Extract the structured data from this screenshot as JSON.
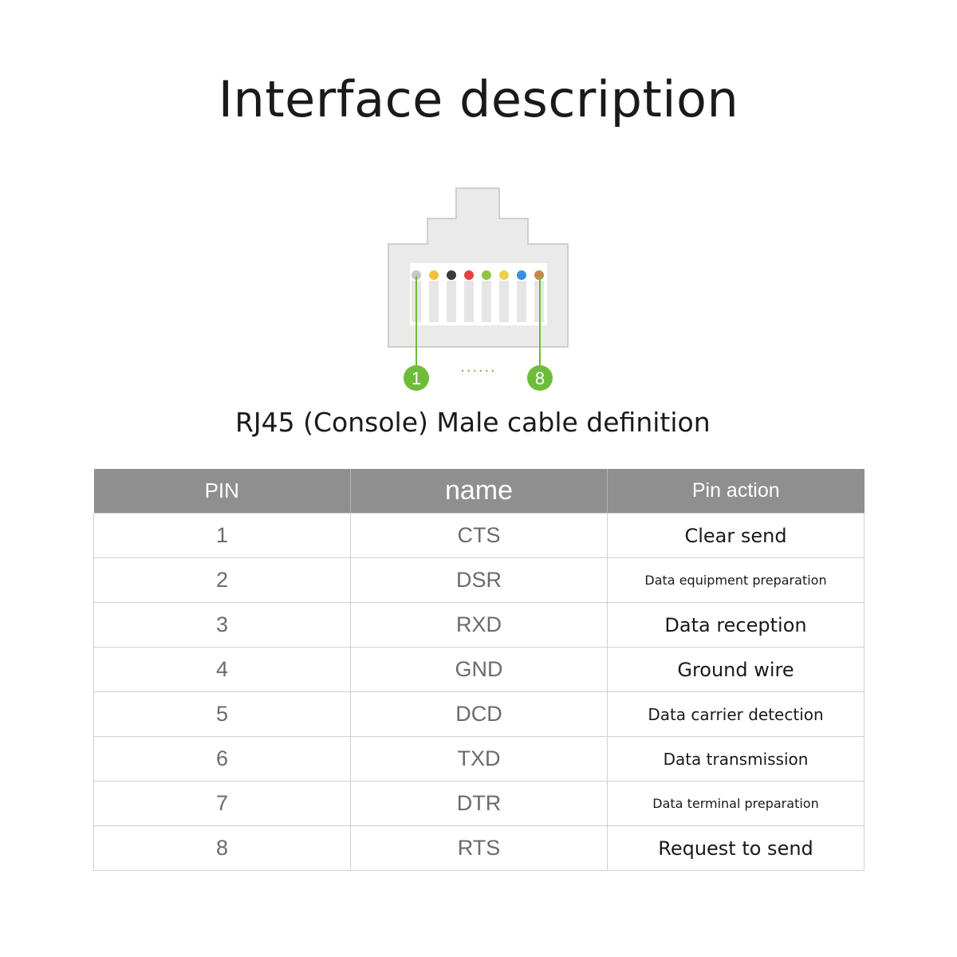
{
  "title": "Interface description",
  "caption": "RJ45 (Console) Male cable definition",
  "connector": {
    "pin_colors": [
      "#c8c8c8",
      "#f0c23a",
      "#3a3a3a",
      "#e8403c",
      "#8cc63f",
      "#ecd24a",
      "#3b8fe0",
      "#c6894a"
    ],
    "accent": "#6dbd3a",
    "first_label": "1",
    "last_label": "8",
    "dots": "......"
  },
  "table": {
    "headers": [
      "PIN",
      "name",
      "Pin action"
    ],
    "rows": [
      {
        "pin": "1",
        "name": "CTS",
        "action": "Clear send",
        "size": "big"
      },
      {
        "pin": "2",
        "name": "DSR",
        "action": "Data equipment preparation",
        "size": "small"
      },
      {
        "pin": "3",
        "name": "RXD",
        "action": "Data reception",
        "size": "big"
      },
      {
        "pin": "4",
        "name": "GND",
        "action": "Ground wire",
        "size": "big"
      },
      {
        "pin": "5",
        "name": "DCD",
        "action": "Data carrier detection",
        "size": "mid"
      },
      {
        "pin": "6",
        "name": "TXD",
        "action": "Data transmission",
        "size": "mid"
      },
      {
        "pin": "7",
        "name": "DTR",
        "action": "Data terminal preparation",
        "size": "small"
      },
      {
        "pin": "8",
        "name": "RTS",
        "action": "Request to send",
        "size": "big"
      }
    ],
    "header_bg": "#8f8f8f"
  }
}
